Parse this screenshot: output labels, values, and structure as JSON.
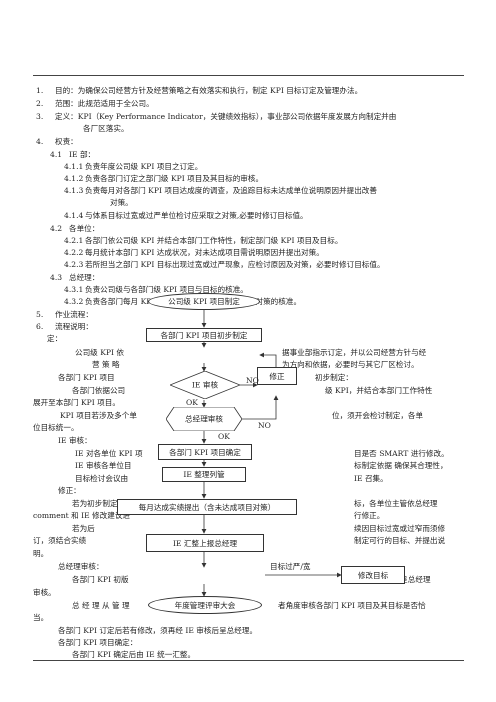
{
  "doc": {
    "items": [
      {
        "label": "1.",
        "text": "目的：为确保公司经营方针及经营策略之有效落实和执行，制定 KPI 目标订定及管理办法。"
      },
      {
        "label": "2.",
        "text": "范围：此规范适用于全公司。"
      },
      {
        "label": "3.",
        "text": "定义：KPI（Key Performance Indicator，关键绩效指标），事业部公司依据年度发展方向制定并由"
      },
      {
        "label": "",
        "text": "各厂区落实。"
      },
      {
        "label": "4.",
        "text": "权责："
      },
      {
        "label": "4.1",
        "text": "IE 部："
      },
      {
        "label": "4.1.1",
        "text": "负责年度公司级 KPI 项目之订定。"
      },
      {
        "label": "4.1.2",
        "text": "负责各部门订定之部门级 KPI 项目及其目标的审核。"
      },
      {
        "label": "4.1.3",
        "text": "负责每月对各部门 KPI 项目达成度的调查，及追踪目标未达成单位说明原因并提出改善"
      },
      {
        "label": "",
        "text": "对策。"
      },
      {
        "label": "4.1.4",
        "text": "与体系目标过宽或过严单位检讨应采取之对策,必要时修订目标值。"
      },
      {
        "label": "4.2",
        "text": "各单位："
      },
      {
        "label": "4.2.1",
        "text": "各部门依公司级 KPI 并结合本部门工作特性，制定部门级 KPI 项目及目标。"
      },
      {
        "label": "4.2.2",
        "text": "每月统计本部门 KPI 达成状况，对未达成项目需说明原因并提出对策。"
      },
      {
        "label": "4.2.3",
        "text": "若所担当之部门 KPI 目标出现过宽或过严现象，应检讨原因及对策，必要时修订目标值。"
      },
      {
        "label": "4.3",
        "text": "总经理："
      },
      {
        "label": "4.3.1",
        "text": "负责公司级与各部门级 KPI 项目与目标的核准。"
      },
      {
        "label": "4.3.2",
        "text": "负责各部门每月 KPI 达成状况及未达成项目原因与对策的核准。"
      },
      {
        "label": "5.",
        "text": "作业流程："
      },
      {
        "label": "6.",
        "text": "流程说明："
      }
    ],
    "left_notes": [
      "定：",
      "公司级 KPI 依",
      "营 策 略",
      "各部门 KPI 项目",
      "各部门依据公司",
      "展开至本部门 KPI 项目。",
      "KPI 项目若涉及多个单",
      "位目标统一。",
      "IE 审核：",
      "IE 对各单位 KPI 项",
      "IE 审核各单位目",
      "目标检讨会议由",
      "修正：",
      "若为初步制定目",
      "comment 和 IE 修改建议进",
      "若为后",
      "订，须结合实绩",
      "明。",
      "总经理审核：",
      "各部门 KPI 初版",
      "审核。",
      "总 经 理 从 管 理",
      "当。",
      "各部门 KPI 订定后若有修改，须再经 IE 审核后呈总经理。",
      "各部门 KPI 项目确定：",
      "各部门 KPI 确定后由 IE 统一汇整。"
    ],
    "right_notes": [
      "据事业部指示订定，并以公司经营方针与经",
      "为方向和依据，必要时与其它厂区检讨。",
      "初步制定：",
      "级 KPI，并结合本部门工作特性",
      "位，须开会检讨制定，各单",
      "目是否 SMART 进行修改。",
      "标制定依据 确保其合理性，",
      "IE 召集。",
      "标，各单位主管依总经理",
      "行修正。",
      "续因目标过宽或过窄而须修",
      "制定可行的目标、并提出说",
      "目标过严/宽",
      "汇总呈总经理",
      "者角度审核各部门 KPI 项目及其目标是否恰"
    ]
  },
  "flow": {
    "company_kpi": "公司级 KPI 项目制定",
    "dept_initial": "各部门 KPI 项目初步制定",
    "ie_review": "IE 审核",
    "revise": "修正",
    "gm_review": "总经理审核",
    "dept_confirm": "各部门 KPI 项目确定",
    "ie_compile": "IE 整理列管",
    "monthly_report": "每月达成实绩提出（含未达成项目对策）",
    "ie_report_gm": "IE 汇整上报总经理",
    "revise_target": "修改目标",
    "annual_review": "年度管理评审大会",
    "no1": "NO",
    "ok1": "OK",
    "no2": "NO",
    "ok2": "OK"
  }
}
